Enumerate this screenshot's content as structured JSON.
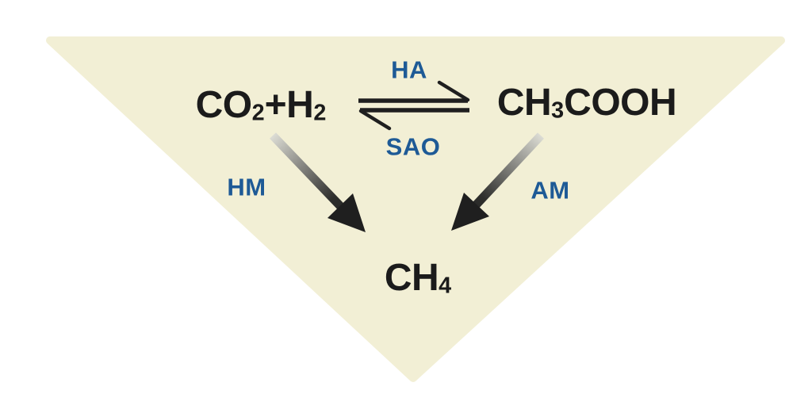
{
  "figure": {
    "description": "Inverted triangle diagram of methanogenesis pathways",
    "background_color": "#ffffff",
    "triangle_color": "#f2efd5",
    "label_blue": "#1e5a96",
    "ink_color": "#1f1f1f",
    "nodes": {
      "co2_h2": {
        "text": "CO2+H2",
        "parts": [
          "CO",
          "2",
          "+H",
          "2"
        ]
      },
      "ch3cooh": {
        "text": "CH3COOH",
        "parts": [
          "CH",
          "3",
          "COOH"
        ]
      },
      "ch4": {
        "text": "CH4",
        "parts": [
          "CH",
          "4"
        ]
      }
    },
    "pathways": {
      "ha": "HA",
      "sao": "SAO",
      "hm": "HM",
      "am": "AM"
    }
  }
}
